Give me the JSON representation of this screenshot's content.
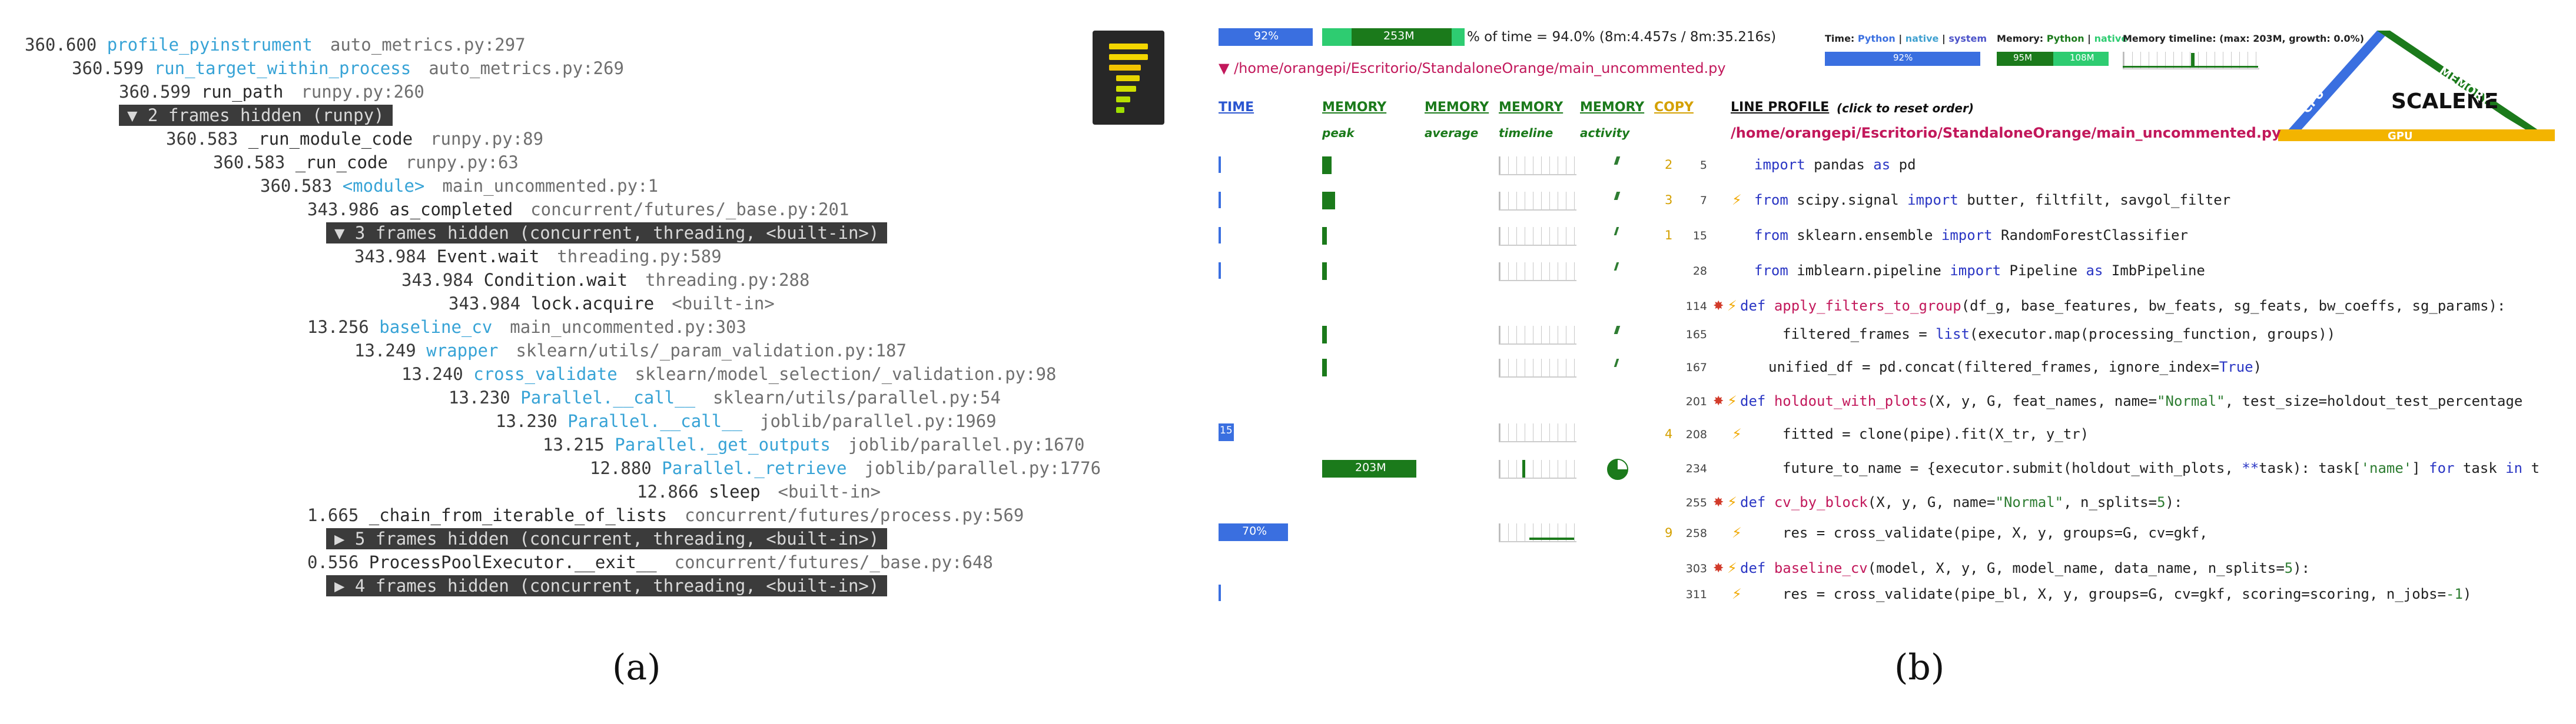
{
  "panel_a": {
    "caption": "(a)",
    "rows": [
      {
        "t": "360.600",
        "f": "profile_pyinstrument",
        "l": "auto_metrics.py:297",
        "hl": true,
        "d": 0
      },
      {
        "t": "360.599",
        "f": "run_target_within_process",
        "l": "auto_metrics.py:269",
        "hl": true,
        "d": 1
      },
      {
        "t": "360.599",
        "f": "run_path",
        "l": "runpy.py:260",
        "hl": false,
        "d": 2
      },
      {
        "hidden": "▼ 2 frames hidden (runpy)",
        "d": 2
      },
      {
        "t": "360.583",
        "f": "_run_module_code",
        "l": "runpy.py:89",
        "hl": false,
        "d": 3
      },
      {
        "t": "360.583",
        "f": "_run_code",
        "l": "runpy.py:63",
        "hl": false,
        "d": 4
      },
      {
        "t": "360.583",
        "f": "<module>",
        "l": "main_uncommented.py:1",
        "hl": true,
        "d": 5
      },
      {
        "t": "343.986",
        "f": "as_completed",
        "l": "concurrent/futures/_base.py:201",
        "hl": false,
        "d": 6
      },
      {
        "hidden": "▼ 3 frames hidden (concurrent, threading, <built-in>)",
        "d": 6.4
      },
      {
        "t": "343.984",
        "f": "Event.wait",
        "l": "threading.py:589",
        "hl": false,
        "d": 7
      },
      {
        "t": "343.984",
        "f": "Condition.wait",
        "l": "threading.py:288",
        "hl": false,
        "d": 8
      },
      {
        "t": "343.984",
        "f": "lock.acquire",
        "l": "<built-in>",
        "hl": false,
        "d": 9
      },
      {
        "t": "13.256",
        "f": "baseline_cv",
        "l": "main_uncommented.py:303",
        "hl": true,
        "d": 6
      },
      {
        "t": "13.249",
        "f": "wrapper",
        "l": "sklearn/utils/_param_validation.py:187",
        "hl": true,
        "d": 7
      },
      {
        "t": "13.240",
        "f": "cross_validate",
        "l": "sklearn/model_selection/_validation.py:98",
        "hl": true,
        "d": 8
      },
      {
        "t": "13.230",
        "f": "Parallel.__call__",
        "l": "sklearn/utils/parallel.py:54",
        "hl": true,
        "d": 9
      },
      {
        "t": "13.230",
        "f": "Parallel.__call__",
        "l": "joblib/parallel.py:1969",
        "hl": true,
        "d": 10
      },
      {
        "t": "13.215",
        "f": "Parallel._get_outputs",
        "l": "joblib/parallel.py:1670",
        "hl": true,
        "d": 11
      },
      {
        "t": "12.880",
        "f": "Parallel._retrieve",
        "l": "joblib/parallel.py:1776",
        "hl": true,
        "d": 12
      },
      {
        "t": "12.866",
        "f": "sleep",
        "l": "<built-in>",
        "hl": false,
        "d": 13
      },
      {
        "t": "1.665",
        "f": "_chain_from_iterable_of_lists",
        "l": "concurrent/futures/process.py:569",
        "hl": false,
        "d": 6
      },
      {
        "hidden": "▶ 5 frames hidden (concurrent, threading, <built-in>)",
        "d": 6.4
      },
      {
        "t": "0.556",
        "f": "ProcessPoolExecutor.__exit__",
        "l": "concurrent/futures/_base.py:648",
        "hl": false,
        "d": 6
      },
      {
        "hidden": "▶ 4 frames hidden (concurrent, threading, <built-in>)",
        "d": 6.4
      }
    ]
  },
  "panel_b": {
    "caption": "(b)",
    "top": {
      "cpu_pct": "92%",
      "mem_peak": "253M",
      "time_text": "% of time =  94.0% (8m:4.457s / 8m:35.216s)",
      "file_path": "▼ /home/orangepi/Escritorio/StandaloneOrange/main_uncommented.py",
      "time_legend_label": "Time:",
      "time_legend_python": "Python",
      "time_legend_sep1": " | ",
      "time_legend_native": "native",
      "time_legend_sep2": " | ",
      "time_legend_system": "system",
      "time_bar_pct": "92%",
      "mem_legend_label": "Memory:",
      "mem_legend_python": "Python",
      "mem_legend_sep": " | ",
      "mem_legend_native": "native",
      "mem_bar_a": "95M",
      "mem_bar_b": "108M",
      "mem_timeline": "Memory timeline: (max: 203M, growth: 0.0%)"
    },
    "logo": {
      "name": "SCALENE",
      "cpu": "CPU",
      "memory": "MEMORY",
      "gpu": "GPU"
    },
    "headers": {
      "time": "TIME",
      "memory_peak": "MEMORY",
      "memory_avg": "MEMORY",
      "memory_timeline": "MEMORY",
      "memory_activity": "MEMORY",
      "copy": "COPY",
      "line_profile": "LINE PROFILE",
      "reset": "(click to reset order)",
      "sub_peak": "peak",
      "sub_average": "average",
      "sub_timeline": "timeline",
      "sub_activity": "activity",
      "path": "/home/orangepi/Escritorio/StandaloneOrange/main_uncommented.py"
    },
    "lines": [
      {
        "copy": "2",
        "ln": "5"
      },
      {
        "copy": "3",
        "ln": "7"
      },
      {
        "copy": "1",
        "ln": "15"
      },
      {
        "copy": "",
        "ln": "28"
      },
      {
        "copy": "",
        "ln": "114"
      },
      {
        "copy": "",
        "ln": "165"
      },
      {
        "copy": "",
        "ln": "167"
      },
      {
        "copy": "",
        "ln": "201"
      },
      {
        "copy": "4",
        "ln": "208"
      },
      {
        "copy": "",
        "ln": "234"
      },
      {
        "copy": "",
        "ln": "255"
      },
      {
        "copy": "9",
        "ln": "258"
      },
      {
        "copy": "",
        "ln": "303"
      },
      {
        "copy": "",
        "ln": "311"
      }
    ],
    "code": {
      "l5": [
        "import",
        " pandas ",
        "as",
        " pd"
      ],
      "l7": [
        "from",
        " scipy.signal ",
        "import",
        " butter, filtfilt, savgol_filter"
      ],
      "l15": [
        "from",
        " sklearn.ensemble ",
        "import",
        " RandomForestClassifier"
      ],
      "l28": [
        "from",
        " imblearn.pipeline ",
        "import",
        " Pipeline ",
        "as",
        " ImbPipeline"
      ],
      "l114": [
        "def",
        " ",
        "apply_filters_to_group",
        "(df_g, base_features, bw_feats, sg_feats, bw_coeffs, sg_params):"
      ],
      "l165": [
        "filtered_frames = ",
        "list",
        "(executor.map(processing_function, groups))"
      ],
      "l167": [
        "unified_df = pd.concat(filtered_frames, ignore_index=",
        "True",
        ")"
      ],
      "l201": [
        "def",
        " ",
        "holdout_with_plots",
        "(X, y, G, feat_names, name=",
        "\"Normal\"",
        ", test_size=holdout_test_percentage"
      ],
      "l208": [
        "fitted = clone(pipe).fit(X_tr, y_tr)"
      ],
      "l234": [
        "future_to_name = {executor.submit(holdout_with_plots, ",
        "**",
        "task): task[",
        "'name'",
        "] ",
        "for",
        " task ",
        "in",
        " t"
      ],
      "l255": [
        "def",
        " ",
        "cv_by_block",
        "(X, y, G, name=",
        "\"Normal\"",
        ", n_splits=",
        "5",
        "):"
      ],
      "l258": [
        "res = cross_validate(pipe, X, y, groups=G, cv=gkf,"
      ],
      "l303": [
        "def",
        " ",
        "baseline_cv",
        "(model, X, y, G, model_name, data_name, n_splits=",
        "5",
        "):"
      ],
      "l311": [
        "res = cross_validate(pipe_bl, X, y, groups=G, cv=gkf, scoring=scoring, n_jobs=",
        "-1",
        ")"
      ]
    },
    "row_metrics": {
      "peak_203": "203M",
      "time_15": "15",
      "time_70": "70%"
    }
  }
}
